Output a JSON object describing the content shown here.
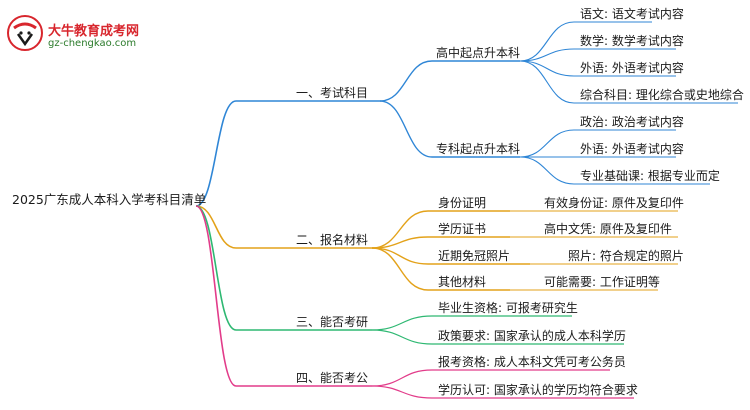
{
  "logo": {
    "name": "大牛教育成考网",
    "url": "gz-chengkao.com"
  },
  "root": "2025广东成人本科入学考科目清单",
  "branches": [
    {
      "label": "一、考试科目",
      "color": "#2f86d6",
      "subs": [
        {
          "label": "高中起点升本科",
          "color": "#2f86d6",
          "leaves": [
            "语文: 语文考试内容",
            "数学: 数学考试内容",
            "外语: 外语考试内容",
            "综合科目: 理化综合或史地综合"
          ]
        },
        {
          "label": "专科起点升本科",
          "color": "#2f86d6",
          "leaves": [
            "政治: 政治考试内容",
            "外语: 外语考试内容",
            "专业基础课: 根据专业而定"
          ]
        }
      ]
    },
    {
      "label": "二、报名材料",
      "color": "#e3a21a",
      "subs": [
        {
          "label": "身份证明",
          "leaves": [
            "有效身份证: 原件及复印件"
          ]
        },
        {
          "label": "学历证书",
          "leaves": [
            "高中文凭: 原件及复印件"
          ]
        },
        {
          "label": "近期免冠照片",
          "leaves": [
            "照片: 符合规定的照片"
          ]
        },
        {
          "label": "其他材料",
          "leaves": [
            "可能需要: 工作证明等"
          ]
        }
      ]
    },
    {
      "label": "三、能否考研",
      "color": "#2eb872",
      "leaves": [
        "毕业生资格: 可报考研究生",
        "政策要求: 国家承认的成人本科学历"
      ]
    },
    {
      "label": "四、能否考公",
      "color": "#e23c8a",
      "leaves": [
        "报考资格: 成人本科文凭可考公务员",
        "学历认可: 国家承认的学历均符合要求"
      ]
    }
  ]
}
